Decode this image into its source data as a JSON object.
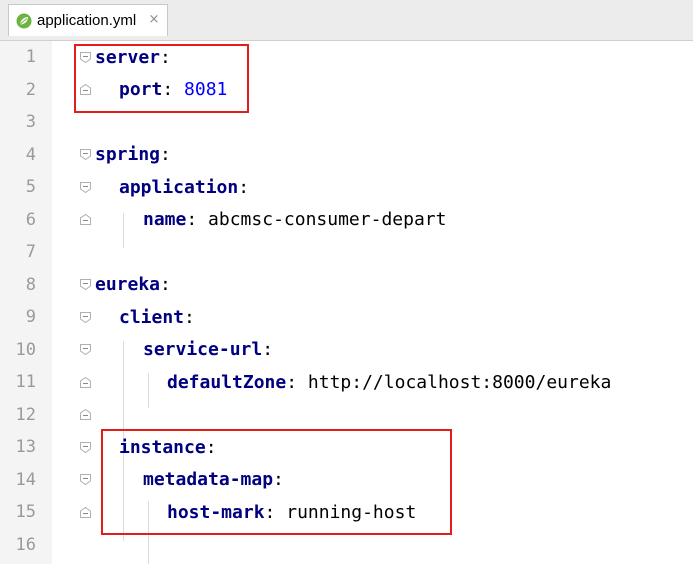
{
  "tab": {
    "filename": "application.yml",
    "icon": "spring-leaf-icon",
    "close_glyph": "×"
  },
  "editor": {
    "lines": [
      {
        "n": "1",
        "key": "server",
        "sep": ":",
        "value": ""
      },
      {
        "n": "2",
        "key": "port",
        "sep": ": ",
        "value": "8081"
      },
      {
        "n": "3",
        "key": "",
        "sep": "",
        "value": ""
      },
      {
        "n": "4",
        "key": "spring",
        "sep": ":",
        "value": ""
      },
      {
        "n": "5",
        "key": "application",
        "sep": ":",
        "value": ""
      },
      {
        "n": "6",
        "key": "name",
        "sep": ": ",
        "value": "abcmsc-consumer-depart"
      },
      {
        "n": "7",
        "key": "",
        "sep": "",
        "value": ""
      },
      {
        "n": "8",
        "key": "eureka",
        "sep": ":",
        "value": ""
      },
      {
        "n": "9",
        "key": "client",
        "sep": ":",
        "value": ""
      },
      {
        "n": "10",
        "key": "service-url",
        "sep": ":",
        "value": ""
      },
      {
        "n": "11",
        "key": "defaultZone",
        "sep": ": ",
        "value": "http://localhost:8000/eureka"
      },
      {
        "n": "12",
        "key": "",
        "sep": "",
        "value": ""
      },
      {
        "n": "13",
        "key": "instance",
        "sep": ":",
        "value": ""
      },
      {
        "n": "14",
        "key": "metadata-map",
        "sep": ":",
        "value": ""
      },
      {
        "n": "15",
        "key": "host-mark",
        "sep": ": ",
        "value": "running-host"
      },
      {
        "n": "16",
        "key": "",
        "sep": "",
        "value": ""
      }
    ]
  },
  "colors": {
    "key": "#000080",
    "number": "#0000ff",
    "highlight": "#e31d1d",
    "line_number": "#9a9a9a"
  }
}
